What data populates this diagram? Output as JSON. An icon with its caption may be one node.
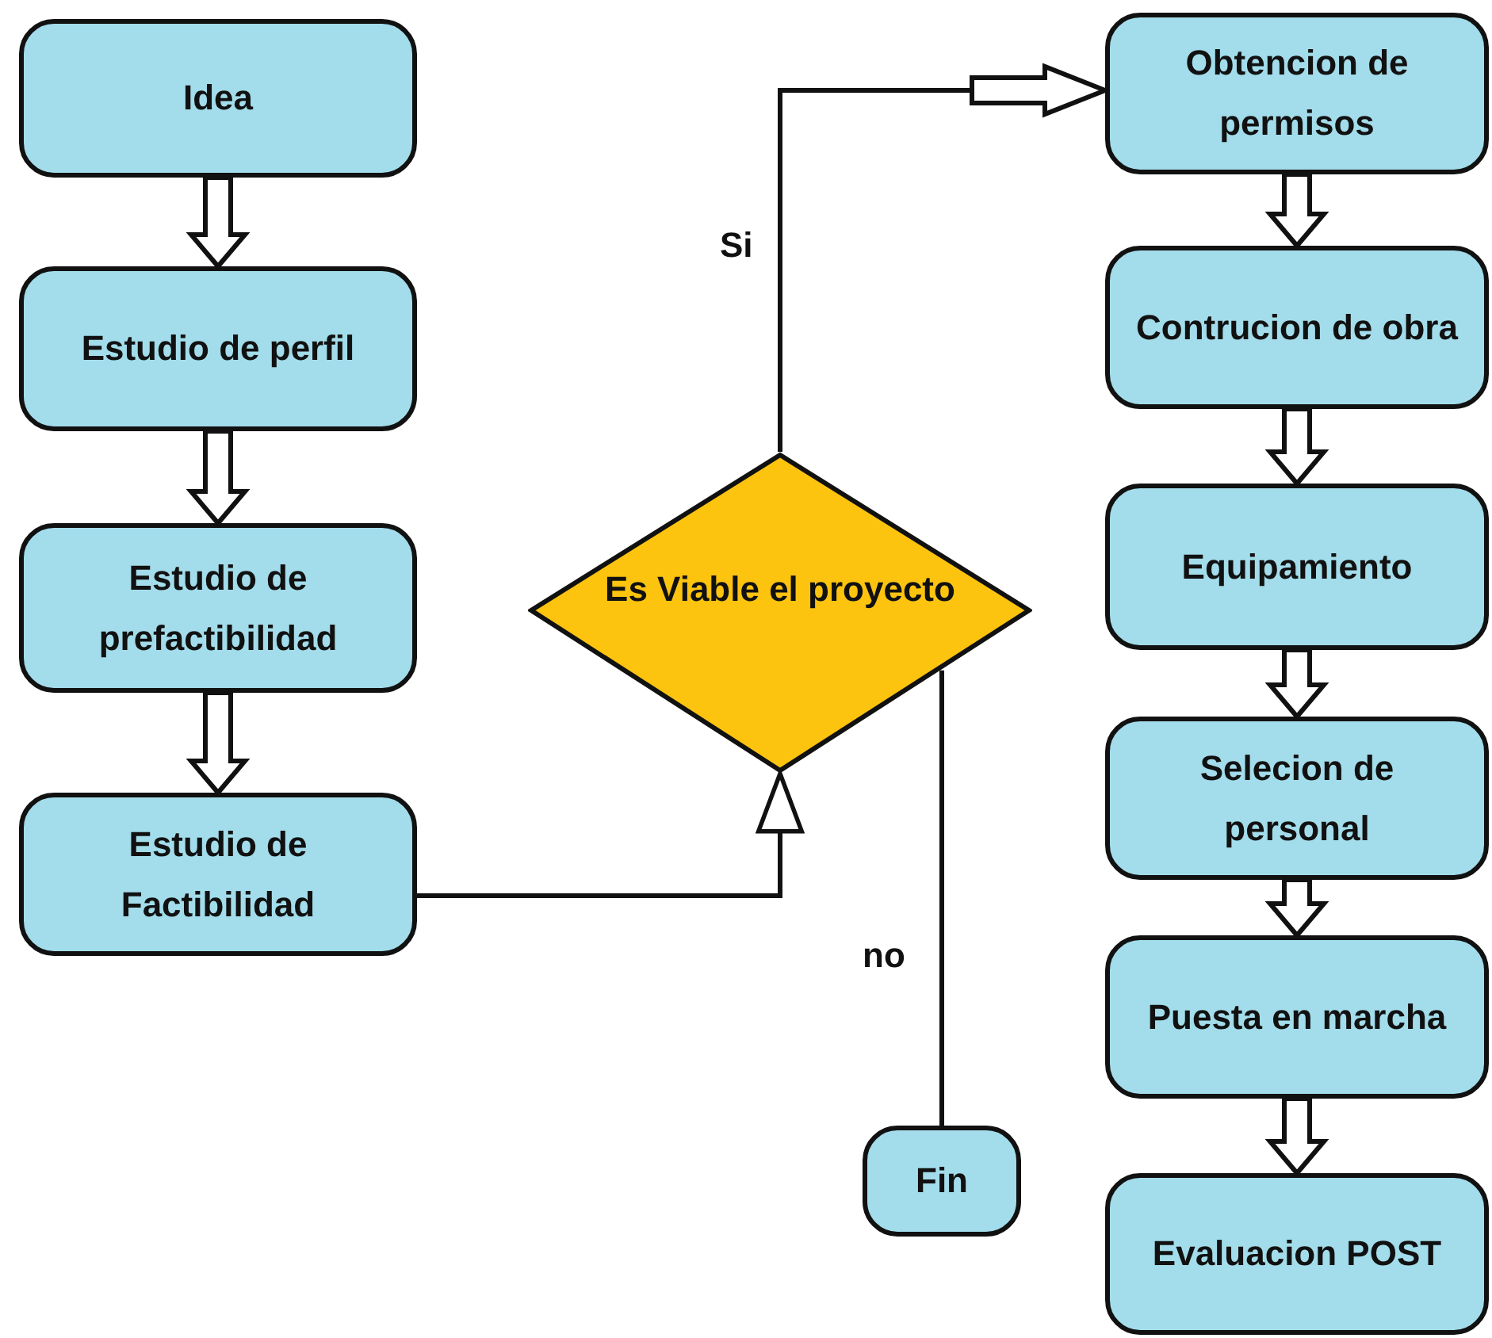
{
  "diagram": {
    "nodes": [
      {
        "text": [
          "Idea"
        ]
      },
      {
        "text": [
          "Estudio de perfil"
        ]
      },
      {
        "text": [
          "Estudio de prefactibilidad"
        ]
      },
      {
        "text": [
          "Estudio de Factibilidad"
        ]
      },
      {
        "text": [
          "Es Viable el proyecto"
        ]
      },
      {
        "text": [
          "Obtencion de permisos"
        ]
      },
      {
        "text": [
          "Contrucion de obra"
        ]
      },
      {
        "text": [
          "Equipamiento"
        ]
      },
      {
        "text": [
          "Selecion de personal"
        ]
      },
      {
        "text": [
          "Puesta en marcha"
        ]
      },
      {
        "text": [
          "Evaluacion POST"
        ]
      },
      {
        "text": [
          "Fin"
        ]
      }
    ],
    "edges": [
      {
        "from": 0,
        "to": 1,
        "arrow": "to"
      },
      {
        "from": 1,
        "to": 2,
        "arrow": "to"
      },
      {
        "from": 2,
        "to": 3,
        "arrow": "to"
      },
      {
        "from": 3,
        "to": 4,
        "arrow": "to"
      },
      {
        "from": 4,
        "to": 5,
        "arrow": "to",
        "label": "Si"
      },
      {
        "from": 4,
        "to": 11,
        "arrow": "none",
        "label": "no"
      },
      {
        "from": 5,
        "to": 6,
        "arrow": "to"
      },
      {
        "from": 6,
        "to": 7,
        "arrow": "to"
      },
      {
        "from": 7,
        "to": 8,
        "arrow": "to"
      },
      {
        "from": 8,
        "to": 9,
        "arrow": "to"
      },
      {
        "from": 9,
        "to": 10,
        "arrow": "to"
      }
    ]
  }
}
